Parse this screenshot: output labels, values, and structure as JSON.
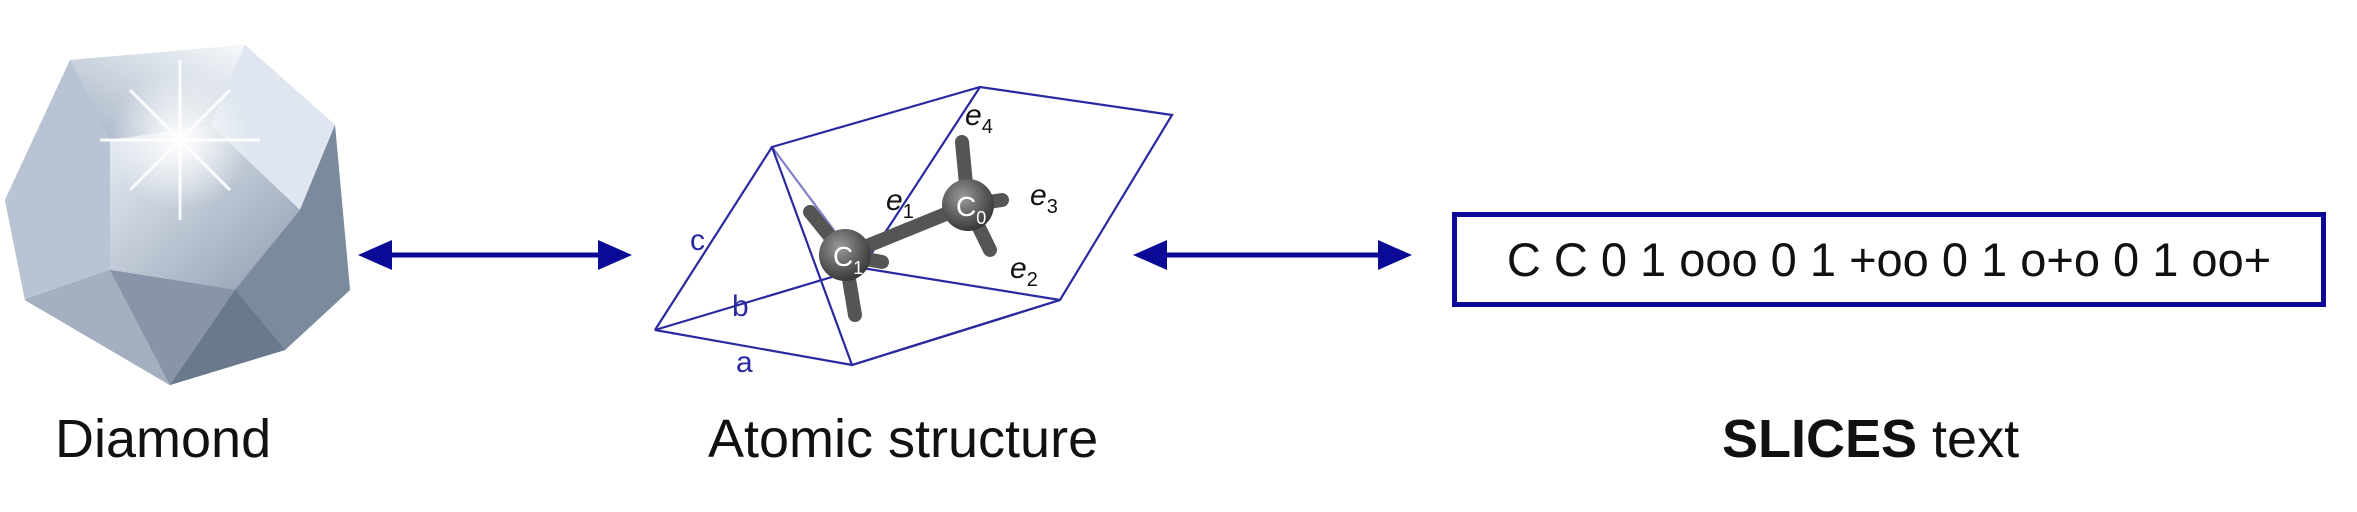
{
  "captions": {
    "diamond": "Diamond",
    "atomic": "Atomic structure",
    "slices_bold": "SLICES",
    "slices_rest": " text"
  },
  "slices_string": "C C 0 1 ooo 0 1 +oo 0 1 o+o 0 1 oo+",
  "lattice_labels": {
    "a": "a",
    "b": "b",
    "c": "c"
  },
  "atoms": {
    "c0": {
      "symbol": "C",
      "sub": "0"
    },
    "c1": {
      "symbol": "C",
      "sub": "1"
    }
  },
  "edges": {
    "e1": {
      "sym": "e",
      "sub": "1"
    },
    "e2": {
      "sym": "e",
      "sub": "2"
    },
    "e3": {
      "sym": "e",
      "sub": "3"
    },
    "e4": {
      "sym": "e",
      "sub": "4"
    }
  },
  "colors": {
    "accent": "#0a0a96",
    "lattice": "#2a2aa0",
    "bond": "#555555",
    "text": "#111111"
  },
  "icons": {
    "diamond": "diamond-gem-icon",
    "arrow_left": "double-arrow-icon",
    "arrow_right": "double-arrow-icon"
  }
}
